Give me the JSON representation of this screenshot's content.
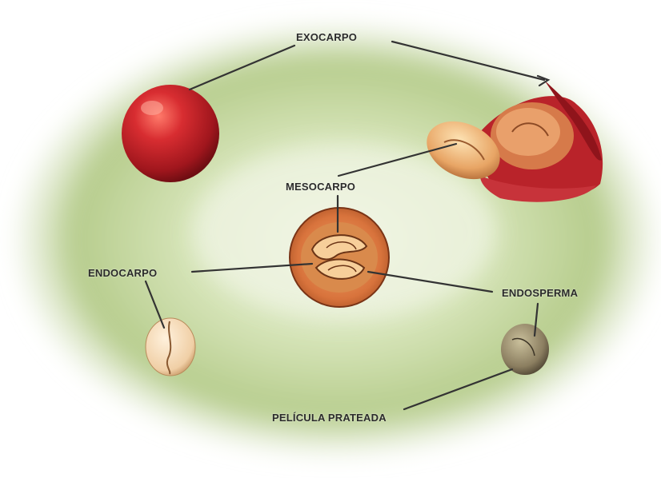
{
  "labels": {
    "exocarp": "EXOCARPO",
    "mesocarp": "MESOCARPO",
    "endocarp": "ENDOCARPO",
    "endosperm": "ENDOSPERMA",
    "silver_skin": "PELÍCULA PRATEADA"
  },
  "colors": {
    "background_wash": "#c9d9a7",
    "cherry_red": "#c4242a",
    "mesocarp_orange": "#e6a266",
    "endocarp_cream": "#f2d6b0",
    "silver_skin_gray": "#8c8268",
    "leader_line": "#333333"
  }
}
